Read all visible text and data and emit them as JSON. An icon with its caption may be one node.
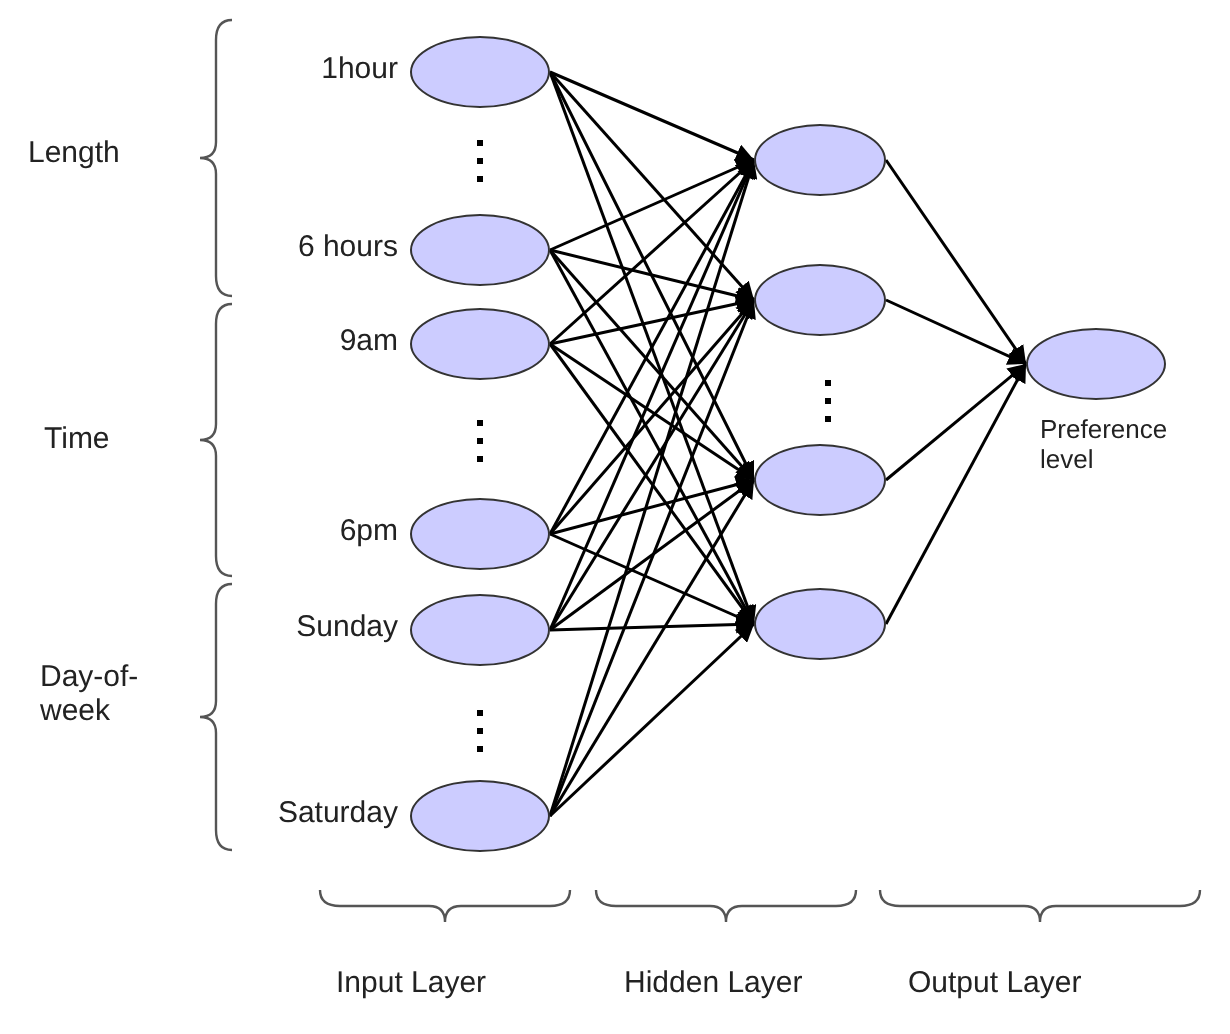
{
  "diagram": {
    "nodes": [
      {
        "text": [],
        "shape": "circle",
        "beside": [
          "1hour"
        ]
      },
      {
        "text": [],
        "shape": "circle",
        "beside": [
          "6 hours"
        ]
      },
      {
        "text": [],
        "shape": "circle",
        "beside": [
          "9am"
        ]
      },
      {
        "text": [],
        "shape": "circle",
        "beside": [
          "6pm"
        ]
      },
      {
        "text": [],
        "shape": "circle",
        "beside": [
          "Sunday"
        ]
      },
      {
        "text": [],
        "shape": "circle",
        "beside": [
          "Saturday"
        ]
      },
      {
        "text": [],
        "shape": "circle"
      },
      {
        "text": [],
        "shape": "circle"
      },
      {
        "text": [],
        "shape": "circle"
      },
      {
        "text": [],
        "shape": "circle"
      },
      {
        "text": [],
        "shape": "circle",
        "beside": [
          "Preference level"
        ]
      }
    ],
    "edges": [
      {
        "from": 0,
        "to": 6,
        "arrow": "to"
      },
      {
        "from": 0,
        "to": 7,
        "arrow": "to"
      },
      {
        "from": 0,
        "to": 8,
        "arrow": "to"
      },
      {
        "from": 0,
        "to": 9,
        "arrow": "to"
      },
      {
        "from": 1,
        "to": 6,
        "arrow": "to"
      },
      {
        "from": 1,
        "to": 7,
        "arrow": "to"
      },
      {
        "from": 1,
        "to": 8,
        "arrow": "to"
      },
      {
        "from": 1,
        "to": 9,
        "arrow": "to"
      },
      {
        "from": 2,
        "to": 6,
        "arrow": "to"
      },
      {
        "from": 2,
        "to": 7,
        "arrow": "to"
      },
      {
        "from": 2,
        "to": 8,
        "arrow": "to"
      },
      {
        "from": 2,
        "to": 9,
        "arrow": "to"
      },
      {
        "from": 3,
        "to": 6,
        "arrow": "to"
      },
      {
        "from": 3,
        "to": 7,
        "arrow": "to"
      },
      {
        "from": 3,
        "to": 8,
        "arrow": "to"
      },
      {
        "from": 3,
        "to": 9,
        "arrow": "to"
      },
      {
        "from": 4,
        "to": 6,
        "arrow": "to"
      },
      {
        "from": 4,
        "to": 7,
        "arrow": "to"
      },
      {
        "from": 4,
        "to": 8,
        "arrow": "to"
      },
      {
        "from": 4,
        "to": 9,
        "arrow": "to"
      },
      {
        "from": 5,
        "to": 6,
        "arrow": "to"
      },
      {
        "from": 5,
        "to": 7,
        "arrow": "to"
      },
      {
        "from": 5,
        "to": 8,
        "arrow": "to"
      },
      {
        "from": 5,
        "to": 9,
        "arrow": "to"
      },
      {
        "from": 6,
        "to": 10,
        "arrow": "to"
      },
      {
        "from": 7,
        "to": 10,
        "arrow": "to"
      },
      {
        "from": 8,
        "to": 10,
        "arrow": "to"
      },
      {
        "from": 9,
        "to": 10,
        "arrow": "to"
      }
    ],
    "labels": [
      "Length",
      "Time",
      "Day-of-week",
      "Input Layer",
      "Hidden Layer",
      "Output Layer"
    ]
  }
}
